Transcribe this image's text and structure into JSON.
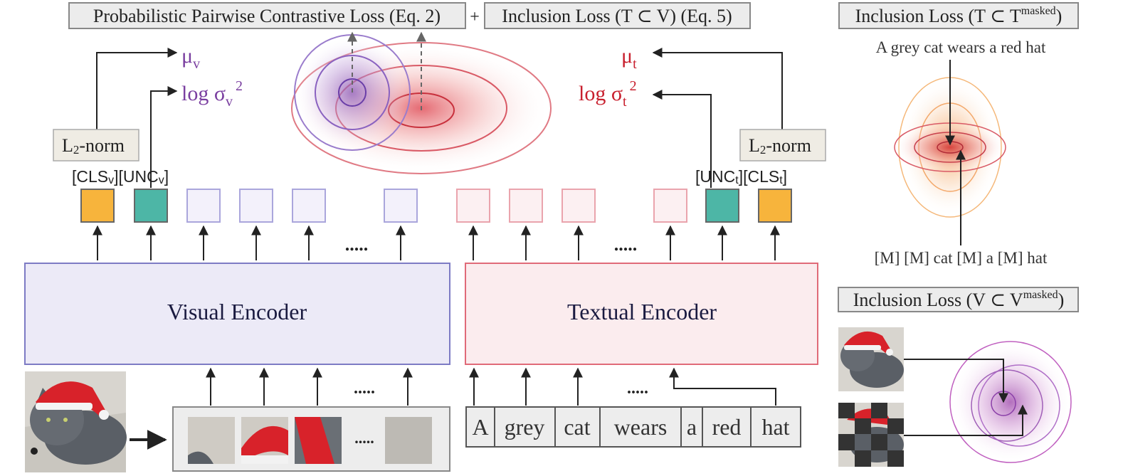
{
  "header": {
    "loss_pairwise": "Probabilistic Pairwise Contrastive Loss (Eq. 2)",
    "plus": "+",
    "loss_inclusion_tv": "Inclusion Loss (T ⊂ V) (Eq. 5)"
  },
  "visual": {
    "mu": "μ",
    "mu_sub": "v",
    "logsigma": "log σ",
    "logsigma_sub": "v",
    "logsigma_sup": "2",
    "l2norm_main": "L",
    "l2norm_sub": "2",
    "l2norm_rest": "-norm",
    "cls_label": "[CLS",
    "cls_sub": "v",
    "unc_label": "][UNC",
    "unc_sub": "v",
    "close_bracket": "]",
    "ellipsis_tokens": ".....",
    "ellipsis_patches_up": ".....",
    "ellipsis_patches": ".....",
    "encoder_label": "Visual Encoder",
    "color": "#7a3fa0"
  },
  "textual": {
    "mu": "μ",
    "mu_sub": "t",
    "logsigma": "log σ",
    "logsigma_sub": "t",
    "logsigma_sup": "2",
    "l2norm_main": "L",
    "l2norm_sub": "2",
    "l2norm_rest": "-norm",
    "unc_label": "[UNC",
    "unc_sub": "t",
    "cls_label": "][CLS",
    "cls_sub": "t",
    "close_bracket": "]",
    "ellipsis_tokens": ".....",
    "ellipsis_words_up": ".....",
    "encoder_label": "Textual Encoder",
    "words": [
      "A",
      "grey",
      "cat",
      "wears",
      "a",
      "red",
      "hat"
    ],
    "color": "#c8202e"
  },
  "right_panel": {
    "inclusion_t_title_prefix": "Inclusion Loss (T ⊂ T",
    "inclusion_t_title_sup": "masked",
    "inclusion_t_title_suffix": ")",
    "caption_full": "A grey cat wears a red hat",
    "caption_masked": "[M] [M] cat [M] a [M] hat",
    "inclusion_v_title_prefix": "Inclusion Loss (V ⊂ V",
    "inclusion_v_title_sup": "masked",
    "inclusion_v_title_suffix": ")"
  },
  "colors": {
    "cls_token": "#f7b43c",
    "unc_token": "#4db6a6",
    "visual_encoder_fill": "#eceaf7",
    "visual_encoder_stroke": "#7d7bc4",
    "textual_encoder_fill": "#fbecee",
    "textual_encoder_stroke": "#e06a78",
    "label_box_fill": "#ececec",
    "label_box_stroke": "#888888"
  }
}
